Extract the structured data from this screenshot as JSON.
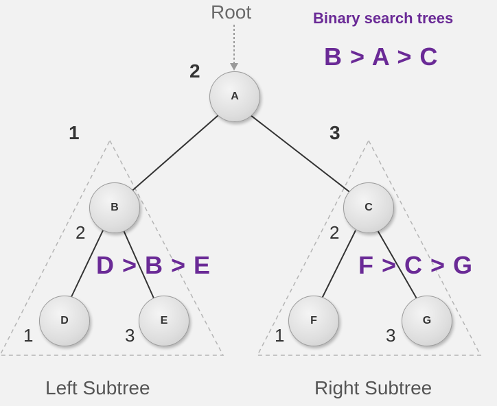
{
  "root_label": "Root",
  "title": "Binary search trees",
  "orders": {
    "top": "B > A > C",
    "left": "D > B > E",
    "right": "F > C > G"
  },
  "nodes": {
    "a": "A",
    "b": "B",
    "c": "C",
    "d": "D",
    "e": "E",
    "f": "F",
    "g": "G"
  },
  "visit_numbers": {
    "root": "2",
    "left_subtree": "1",
    "right_subtree": "3",
    "b": "2",
    "c": "2",
    "d": "1",
    "e": "3",
    "f": "1",
    "g": "3"
  },
  "subtree_labels": {
    "left": "Left Subtree",
    "right": "Right Subtree"
  },
  "colors": {
    "accent": "#6a2a96",
    "edge": "#333333",
    "dashed": "#b5b5b5"
  }
}
